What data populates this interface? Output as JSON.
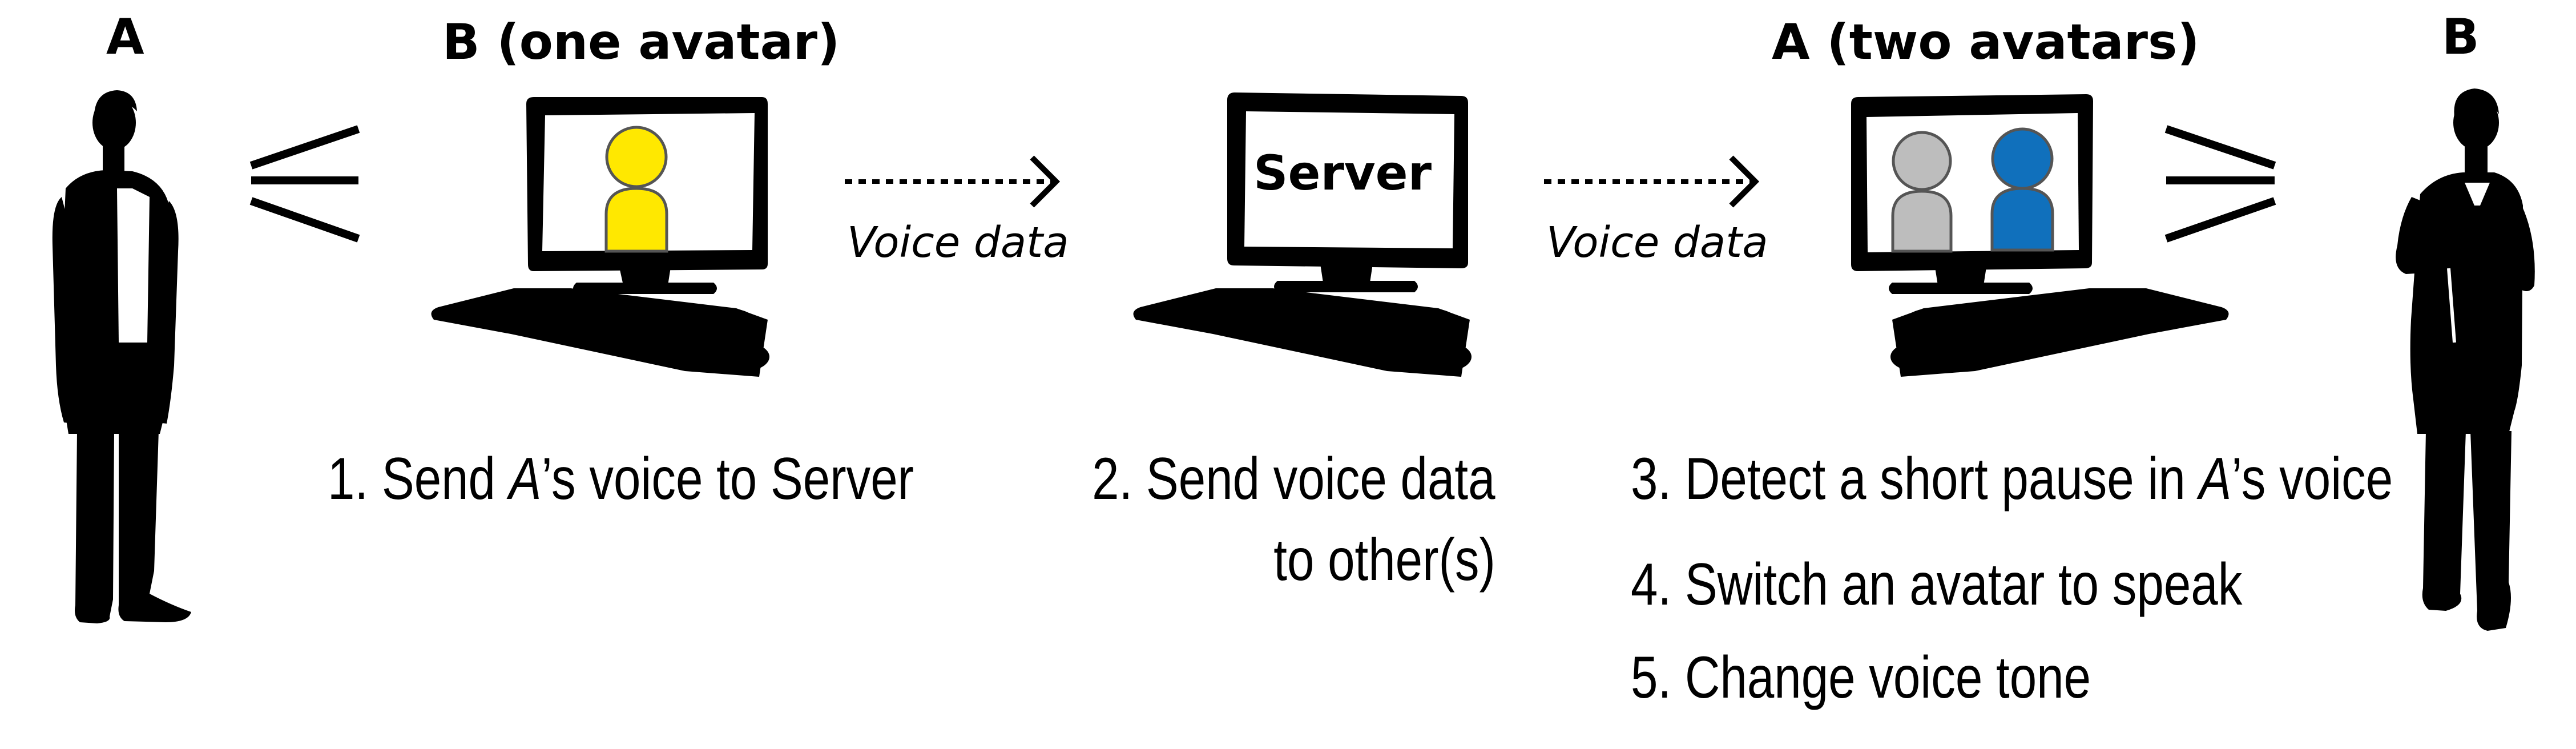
{
  "participants": {
    "left_person": "A",
    "right_person": "B"
  },
  "stations": {
    "b_one_avatar": {
      "title": "B (one avatar)",
      "avatar_colors": [
        "#FFE800"
      ]
    },
    "server": {
      "screen_label": "Server"
    },
    "a_two_avatars": {
      "title": "A (two avatars)",
      "avatar_colors": [
        "#BDBDBD",
        "#1070BC"
      ]
    }
  },
  "arrows": {
    "first_label": "Voice data",
    "second_label": "Voice data"
  },
  "steps": {
    "step1": {
      "prefix": "1. Send ",
      "emph": "A",
      "suffix": "’s voice to Server"
    },
    "step2": {
      "line1": "2. Send voice data",
      "line2": "to other(s)"
    },
    "step3": {
      "prefix": "3. Detect a short pause in ",
      "emph": "A",
      "suffix": "’s voice"
    },
    "step4": {
      "text": "4. Switch an avatar to speak"
    },
    "step5": {
      "text": "5. Change voice tone"
    }
  }
}
